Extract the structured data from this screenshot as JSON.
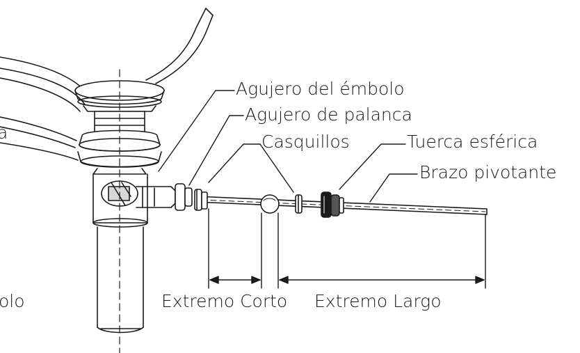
{
  "labels": {
    "plunger_hole": "Agujero del émbolo",
    "lever_hole": "Agujero de palanca",
    "bushings": "Casquillos",
    "ball_nut": "Tuerca esférica",
    "pivot_arm": "Brazo pivotante",
    "short_end": "Extremo Corto",
    "long_end": "Extremo Largo",
    "left_cut_upper": "a",
    "left_cut_lower": "olo"
  },
  "colors": {
    "line": "#1a1a1a",
    "background": "#ffffff",
    "shade": "#d8d8d8"
  }
}
